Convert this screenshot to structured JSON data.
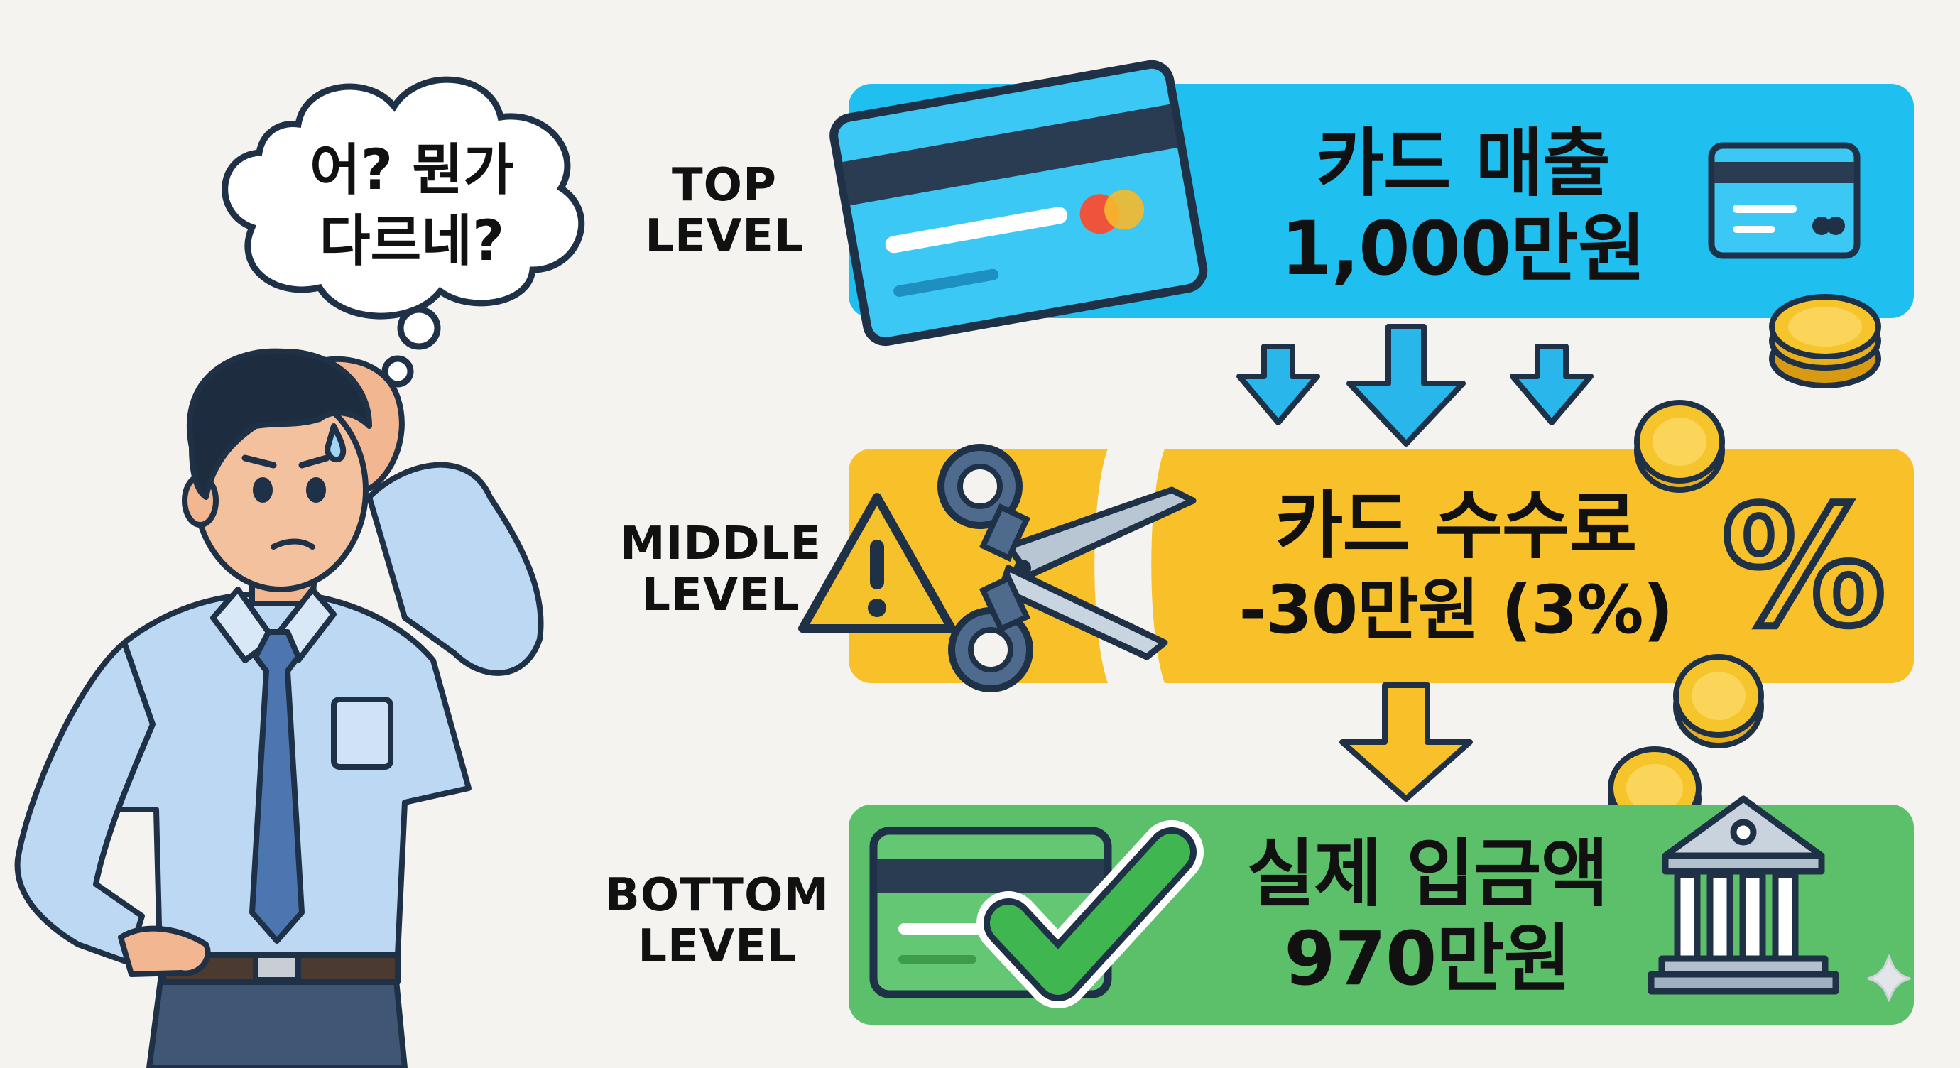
{
  "thought_bubble": {
    "line1": "어? 뭔가",
    "line2": "다르네?"
  },
  "levels": {
    "top": {
      "label_line1": "TOP",
      "label_line2": "LEVEL",
      "title": "카드 매출",
      "value": "1,000만원",
      "color": "#1fbfef"
    },
    "middle": {
      "label_line1": "MIDDLE",
      "label_line2": "LEVEL",
      "title": "카드 수수료",
      "value": "-30만원 (3%)",
      "color": "#f8c12a"
    },
    "bottom": {
      "label_line1": "BOTTOM",
      "label_line2": "LEVEL",
      "title": "실제 입금액",
      "value": "970만원",
      "color": "#5cbf6a"
    }
  },
  "percent_symbol": "%",
  "icons": [
    "credit-card-icon",
    "mastercard-logo-icon",
    "coin-icon",
    "warning-icon",
    "scissors-icon",
    "percent-icon",
    "check-mark-icon",
    "bank-building-icon",
    "sparkle-icon",
    "arrow-down-icon"
  ]
}
